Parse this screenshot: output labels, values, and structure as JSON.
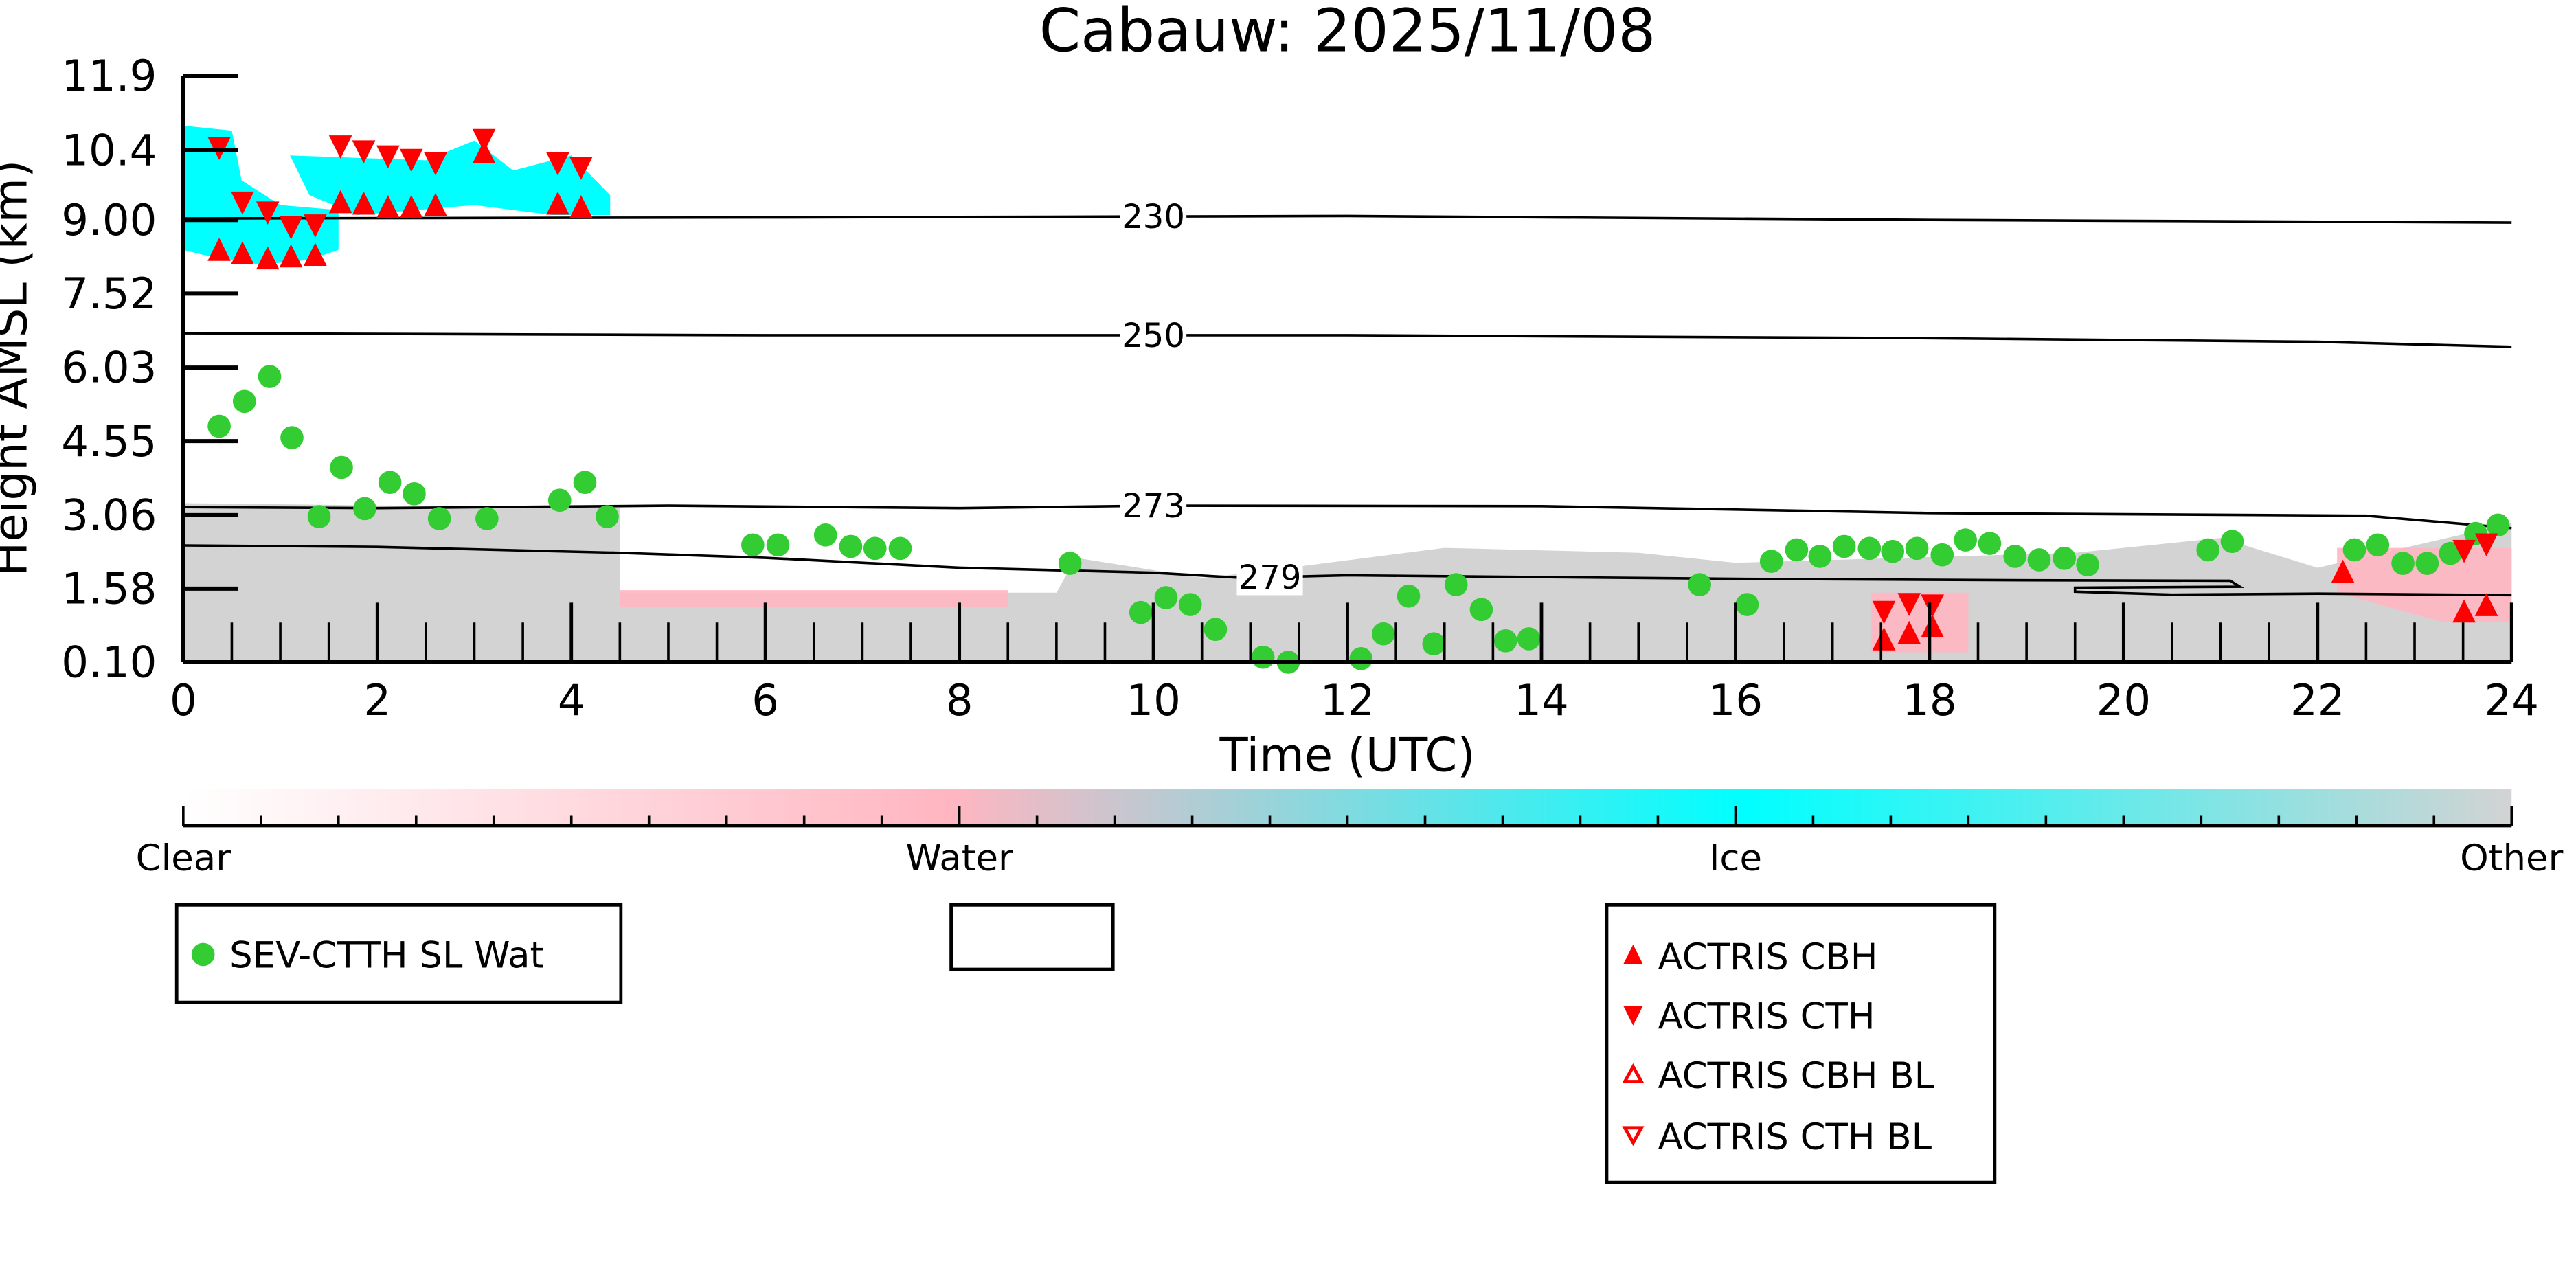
{
  "chart_data": {
    "type": "scatter",
    "title": "Cabauw: 2025/11/08",
    "xlabel": "Time (UTC)",
    "ylabel": "Height AMSL (km)",
    "xlim": [
      0,
      24
    ],
    "ylim": [
      0.1,
      11.9
    ],
    "xticks": [
      0,
      2,
      4,
      6,
      8,
      10,
      12,
      14,
      16,
      18,
      20,
      22,
      24
    ],
    "xtick_labels": [
      "0",
      "2",
      "4",
      "6",
      "8",
      "10",
      "12",
      "14",
      "16",
      "18",
      "20",
      "22",
      "24"
    ],
    "yticks": [
      0.1,
      1.58,
      3.06,
      4.55,
      6.03,
      7.52,
      9.0,
      10.4,
      11.9
    ],
    "ytick_labels": [
      "0.10",
      "1.58",
      "3.06",
      "4.55",
      "6.03",
      "7.52",
      "9.00",
      "10.4",
      "11.9"
    ],
    "colors": {
      "green": "#33cc33",
      "red": "#ff0000",
      "gray": "#d3d3d3",
      "pink": "#ffb6c1",
      "cyan": "#00ffff"
    },
    "series": [
      {
        "name": "SEV-CTTH SL Wat",
        "marker": "circle",
        "x": [
          0.37,
          0.63,
          0.89,
          1.12,
          1.4,
          1.63,
          1.87,
          2.13,
          2.38,
          2.64,
          3.13,
          3.88,
          4.14,
          4.37,
          5.87,
          6.13,
          6.62,
          6.88,
          7.13,
          7.39,
          9.14,
          9.87,
          10.13,
          10.38,
          10.64,
          11.13,
          11.39,
          12.14,
          12.37,
          12.63,
          12.89,
          13.12,
          13.38,
          13.63,
          13.87,
          15.63,
          16.12,
          16.37,
          16.63,
          16.87,
          17.12,
          17.38,
          17.62,
          17.87,
          18.13,
          18.37,
          18.62,
          18.88,
          19.13,
          19.39,
          19.63,
          20.87,
          21.12,
          22.38,
          22.62,
          22.88,
          23.13,
          23.37,
          23.63,
          23.86
        ],
        "y": [
          4.85,
          5.35,
          5.85,
          4.62,
          3.03,
          4.02,
          3.19,
          3.72,
          3.49,
          2.99,
          2.99,
          3.36,
          3.72,
          3.03,
          2.46,
          2.46,
          2.66,
          2.43,
          2.39,
          2.39,
          2.09,
          1.1,
          1.4,
          1.26,
          0.76,
          0.2,
          0.1,
          0.17,
          0.67,
          1.43,
          0.47,
          1.66,
          1.16,
          0.53,
          0.57,
          1.66,
          1.26,
          2.13,
          2.36,
          2.23,
          2.43,
          2.39,
          2.33,
          2.39,
          2.26,
          2.56,
          2.49,
          2.23,
          2.16,
          2.19,
          2.06,
          2.36,
          2.53,
          2.36,
          2.46,
          2.09,
          2.09,
          2.29,
          2.69,
          2.86
        ]
      },
      {
        "name": "ACTRIS CBH",
        "marker": "triangle-up",
        "x": [
          0.37,
          0.61,
          0.87,
          1.11,
          1.36,
          1.62,
          1.86,
          2.11,
          2.35,
          2.6,
          3.1,
          3.86,
          4.1,
          17.53,
          17.79,
          18.03,
          22.26,
          23.51,
          23.74
        ],
        "y": [
          8.41,
          8.34,
          8.24,
          8.28,
          8.31,
          9.37,
          9.34,
          9.27,
          9.27,
          9.31,
          10.37,
          9.34,
          9.27,
          0.57,
          0.7,
          0.83,
          1.93,
          1.13,
          1.26
        ]
      },
      {
        "name": "ACTRIS CTH",
        "marker": "triangle-down",
        "x": [
          0.37,
          0.61,
          0.87,
          1.11,
          1.36,
          1.62,
          1.86,
          2.11,
          2.35,
          2.6,
          3.1,
          3.86,
          4.1,
          17.53,
          17.79,
          18.03,
          23.51,
          23.74
        ],
        "y": [
          10.44,
          9.34,
          9.14,
          8.84,
          8.88,
          10.47,
          10.37,
          10.27,
          10.2,
          10.13,
          10.6,
          10.13,
          10.04,
          1.1,
          1.26,
          1.23,
          2.33,
          2.46
        ]
      },
      {
        "name": "ACTRIS CBH BL",
        "marker": "triangle-up-open",
        "x": [],
        "y": []
      },
      {
        "name": "ACTRIS CTH BL",
        "marker": "triangle-down-open",
        "x": [],
        "y": []
      }
    ],
    "isotherms": [
      {
        "label": "230",
        "label_x": 10.0,
        "points": [
          [
            0,
            9.03
          ],
          [
            6,
            9.05
          ],
          [
            12,
            9.08
          ],
          [
            18,
            9.0
          ],
          [
            24,
            8.95
          ]
        ]
      },
      {
        "label": "250",
        "label_x": 10.0,
        "points": [
          [
            0,
            6.72
          ],
          [
            6,
            6.68
          ],
          [
            12,
            6.68
          ],
          [
            18,
            6.62
          ],
          [
            22,
            6.55
          ],
          [
            24,
            6.45
          ]
        ]
      },
      {
        "label": "273",
        "label_x": 10.0,
        "points": [
          [
            0,
            3.22
          ],
          [
            2,
            3.2
          ],
          [
            5,
            3.25
          ],
          [
            8,
            3.2
          ],
          [
            10,
            3.25
          ],
          [
            14,
            3.24
          ],
          [
            18,
            3.1
          ],
          [
            22.5,
            3.05
          ],
          [
            24,
            2.8
          ]
        ]
      },
      {
        "label": "279",
        "label_x": 11.2,
        "points": [
          [
            0,
            2.45
          ],
          [
            2,
            2.42
          ],
          [
            4.5,
            2.3
          ],
          [
            6,
            2.2
          ],
          [
            8,
            2.0
          ],
          [
            10,
            1.9
          ],
          [
            10.9,
            1.8
          ],
          [
            12,
            1.85
          ],
          [
            16,
            1.78
          ],
          [
            19,
            1.75
          ],
          [
            21.1,
            1.74
          ],
          [
            21.2,
            1.62
          ],
          [
            19.5,
            1.6
          ],
          [
            19.5,
            1.52
          ],
          [
            20.5,
            1.46
          ],
          [
            22,
            1.48
          ],
          [
            24,
            1.45
          ]
        ]
      }
    ],
    "cloud_mask": {
      "ice_regions": [
        [
          [
            0,
            10.9
          ],
          [
            0.5,
            10.8
          ],
          [
            0.6,
            9.8
          ],
          [
            1.0,
            9.3
          ],
          [
            1.6,
            9.2
          ],
          [
            1.6,
            8.4
          ],
          [
            1.3,
            8.2
          ],
          [
            0.8,
            8.1
          ],
          [
            0.2,
            8.3
          ],
          [
            0,
            8.4
          ]
        ],
        [
          [
            1.1,
            10.3
          ],
          [
            2.5,
            10.2
          ],
          [
            3.0,
            10.6
          ],
          [
            3.4,
            10.0
          ],
          [
            4.0,
            10.3
          ],
          [
            4.4,
            9.5
          ],
          [
            4.4,
            9.1
          ],
          [
            3.8,
            9.1
          ],
          [
            3.0,
            9.3
          ],
          [
            1.8,
            9.1
          ],
          [
            1.3,
            9.5
          ]
        ]
      ],
      "gray_regions": [
        [
          [
            0,
            0.1
          ],
          [
            0,
            3.3
          ],
          [
            4.5,
            3.2
          ],
          [
            4.5,
            0.1
          ]
        ],
        [
          [
            4.5,
            0.1
          ],
          [
            4.5,
            1.5
          ],
          [
            9,
            1.5
          ],
          [
            9.2,
            2.2
          ],
          [
            10.5,
            1.8
          ],
          [
            11,
            1.9
          ],
          [
            13,
            2.4
          ],
          [
            15,
            2.3
          ],
          [
            16,
            2.1
          ],
          [
            19.5,
            2.3
          ],
          [
            21,
            2.6
          ],
          [
            22,
            2.0
          ],
          [
            24,
            2.9
          ],
          [
            24,
            0.1
          ]
        ]
      ],
      "pink_regions": [
        [
          [
            4.5,
            1.2
          ],
          [
            4.5,
            1.55
          ],
          [
            8.5,
            1.55
          ],
          [
            8.5,
            1.2
          ]
        ],
        [
          [
            17.4,
            0.3
          ],
          [
            17.4,
            1.5
          ],
          [
            18.4,
            1.5
          ],
          [
            18.4,
            0.3
          ]
        ],
        [
          [
            22.2,
            1.5
          ],
          [
            22.2,
            2.4
          ],
          [
            24,
            2.4
          ],
          [
            24,
            0.9
          ],
          [
            23.3,
            0.9
          ]
        ]
      ]
    },
    "colorbar": {
      "labels": [
        "Clear",
        "Water",
        "Ice",
        "Other"
      ],
      "stops": [
        [
          "0",
          "#ffffff"
        ],
        [
          "0.33",
          "#ffb6c1"
        ],
        [
          "0.67",
          "#00ffff"
        ],
        [
          "1",
          "#d3d3d3"
        ]
      ]
    },
    "legend_placement": "below"
  },
  "legends": {
    "box1": [
      "SEV-CTTH SL Wat"
    ],
    "box3": [
      "ACTRIS CBH",
      "ACTRIS CTH",
      "ACTRIS CBH BL",
      "ACTRIS CTH BL"
    ]
  }
}
